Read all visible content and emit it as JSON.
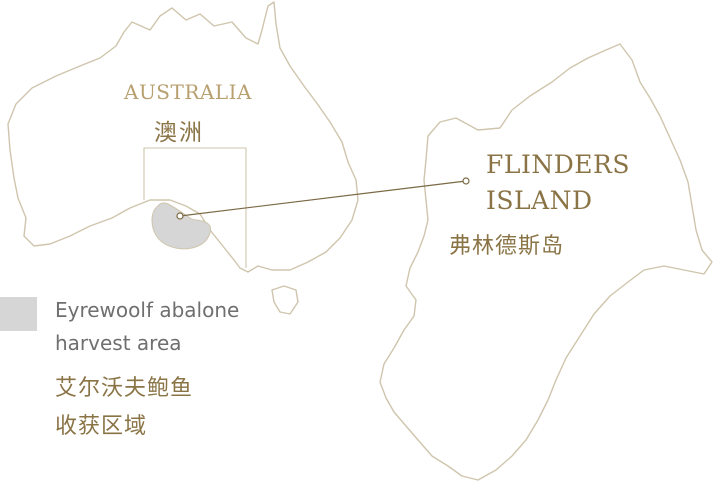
{
  "map": {
    "colors": {
      "outline": "#cfc5ad",
      "connector": "#7a6a44",
      "harvest_area": "#d6d6d6",
      "gold_text": "#8a7446",
      "gray_text": "#6f6f6f"
    },
    "australia": {
      "name_en": "AUSTRALIA",
      "name_zh": "澳洲"
    },
    "flinders_island": {
      "name_en_line1": "FLINDERS",
      "name_en_line2": "ISLAND",
      "name_zh": "弗林德斯岛"
    },
    "legend": {
      "swatch_color": "#d6d6d6",
      "label_en_line1": "Eyrewoolf abalone",
      "label_en_line2": "harvest area",
      "label_zh_line1": "艾尔沃夫鲍鱼",
      "label_zh_line2": "收获区域"
    }
  }
}
